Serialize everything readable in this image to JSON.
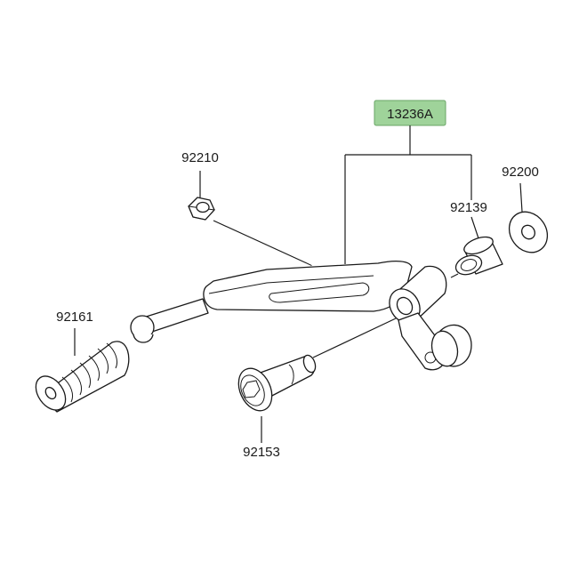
{
  "labels": {
    "assembly": "13236A",
    "nut": "92210",
    "washer": "92200",
    "bushing": "92139",
    "footpeg_rubber": "92161",
    "bolt": "92153"
  },
  "colors": {
    "highlight": "#9fd39a",
    "highlight_border": "#6aa566",
    "line": "#1a1a1a",
    "background": "#ffffff"
  }
}
